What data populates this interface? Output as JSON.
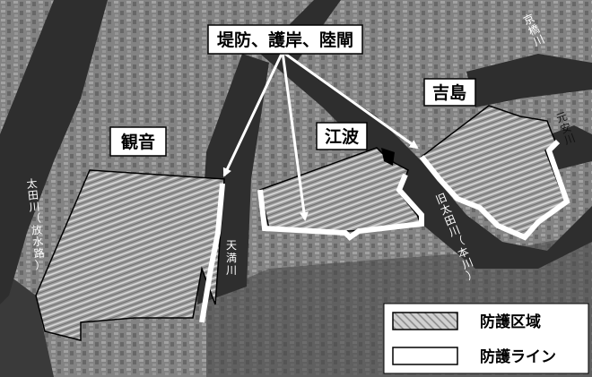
{
  "callout": {
    "text": "堤防、護岸、陸閘"
  },
  "districts": {
    "kannon": "観音",
    "eba": "江波",
    "yoshijima": "吉島"
  },
  "rivers": {
    "ota_hosuiro": [
      "太",
      "田",
      "川",
      "（",
      "放",
      "水",
      "路",
      "）"
    ],
    "temma": [
      "天",
      "満",
      "川"
    ],
    "kyubashi": [
      "京",
      "橋",
      "川"
    ],
    "motoyasu": [
      "元",
      "安",
      "川"
    ],
    "kyu_ota": [
      "旧",
      "太",
      "田",
      "川",
      "（",
      "本",
      "川",
      "）"
    ]
  },
  "legend": {
    "area_label": "防護区域",
    "line_label": "防護ライン"
  }
}
